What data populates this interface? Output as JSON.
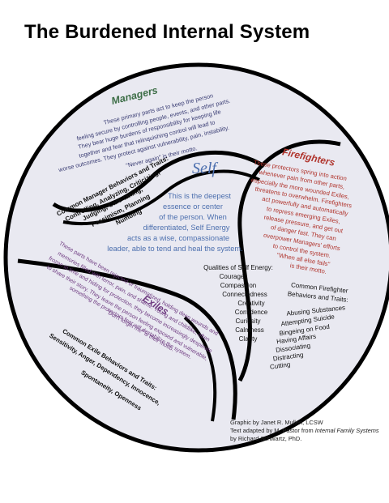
{
  "title": "The Burdened Internal System",
  "colors": {
    "circle_fill": "#e9e9f1",
    "outline": "#000000",
    "managers_title": "#3d6e47",
    "managers_text": "#3a3d74",
    "firefighters_title": "#b0342c",
    "firefighters_text": "#b0342c",
    "exiles_title": "#6e3a80",
    "exiles_text": "#6e3a80",
    "self_title": "#4c6fae",
    "self_text": "#4c6fae",
    "black_text": "#111111"
  },
  "managers": {
    "title": "Managers",
    "description": [
      "These primary parts act to keep the person",
      "feeling secure by controlling people, events, and other parts.",
      "They bear huge burdens of responsibility for keeping life",
      "together and fear that relinquishing control will lead to",
      "worse outcomes. They protect against vulnerability, pain, instability.",
      "\"Never again\" is their motto."
    ],
    "traits": [
      "Common Manager Behaviors and Traits:",
      "Controlling, Analyzing, Criticizing,",
      "Judging, Care-taking,",
      "Pessimism, Planning",
      "Numbing"
    ]
  },
  "self": {
    "title": "Self",
    "description": [
      "This is the deepest",
      "essence or center",
      "of the person. When",
      "differentiated, Self Energy",
      "acts as a wise, compassionate",
      "leader, able to tend and heal the system."
    ],
    "qualities_heading": "Qualities of Self Energy:",
    "qualities": [
      "Courage",
      "Compassion",
      "Connectedness",
      "Creativity",
      "Confidence",
      "Curiosity",
      "Calmness",
      "Clarity"
    ]
  },
  "firefighters": {
    "title": "Firefighters",
    "description": [
      "These protectors spring into action",
      "whenever pain from other parts,",
      "especially the more wounded Exiles,",
      "threatens to overwhelm. Firefighters",
      "act powerfully and automatically",
      "to repress emerging Exiles,",
      "release pressure, and get out",
      "of danger fast. They can",
      "overpower Managers' efforts",
      "to control the system.",
      "\"When all else fails\"",
      "is their motto."
    ],
    "traits_heading": [
      "Common Firefighter",
      "Behaviors and Traits:"
    ],
    "traits": [
      "Abusing Substances",
      "Attempting Suicide",
      "Bingeing on Food",
      "Having Affairs",
      "Dissociating",
      "Distracting",
      "Cutting"
    ]
  },
  "exiles": {
    "title": "Exiles",
    "description": [
      "These parts have been rejected or traumatized, holding deep wounds and",
      "memories filled with terror, pain, and shame. Young and childlike, often",
      "frozen in time and hiding for protection, they become increasingly desperate",
      "to share their story. They leave the person feeling exposed and vulnerable,",
      "something the protectors fear will destabilize the system.",
      "\"Don't forget me\" is their motto."
    ],
    "traits": [
      "Common Exile Behaviors and Traits:",
      "Sensitivity, Anger, Dependency, Innocence,",
      "Spontaneity, Openness"
    ]
  },
  "credits": {
    "line1": "Graphic by Janet R. Mullen, LCSW",
    "line2_prefix": "Text adapted by M. Pastor from ",
    "line2_italic": "Internal Family Systems",
    "line3": "by Richard Schwartz, PhD."
  }
}
